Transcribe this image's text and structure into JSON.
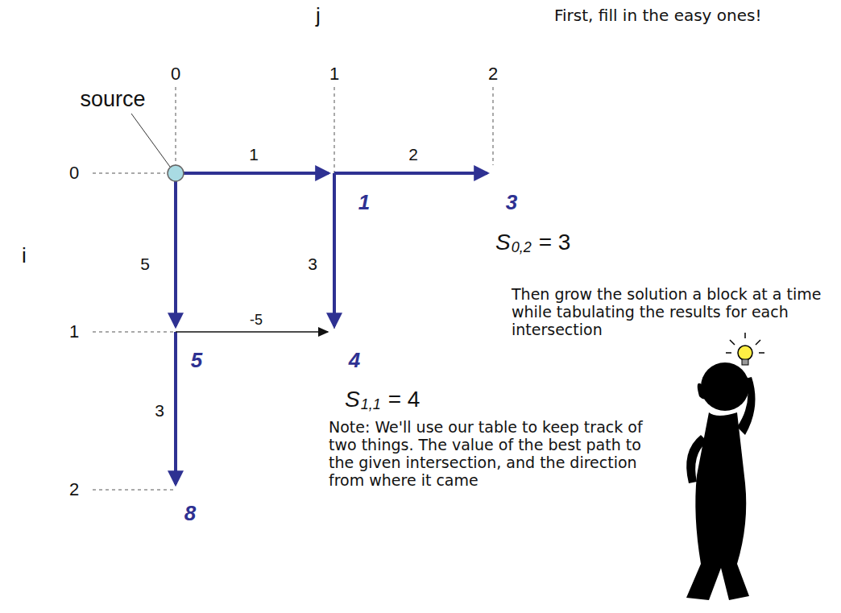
{
  "diagram": {
    "labels": [
      "First, fill in the easy ones!",
      "j",
      "0",
      "1",
      "2",
      "source",
      "0",
      "1",
      "2",
      "1",
      "3",
      "i",
      "5",
      "3",
      "S",
      "0,2",
      "= 3",
      "Then grow the solution a block at a time while tabulating the results for each intersection",
      "1",
      "-5",
      "5",
      "4",
      "S",
      "1,1",
      "= 4",
      "Note: We'll use our table to keep track of two things. The value of the best path to the given intersection, and the direction from where it came",
      "3",
      "2",
      "8"
    ]
  }
}
